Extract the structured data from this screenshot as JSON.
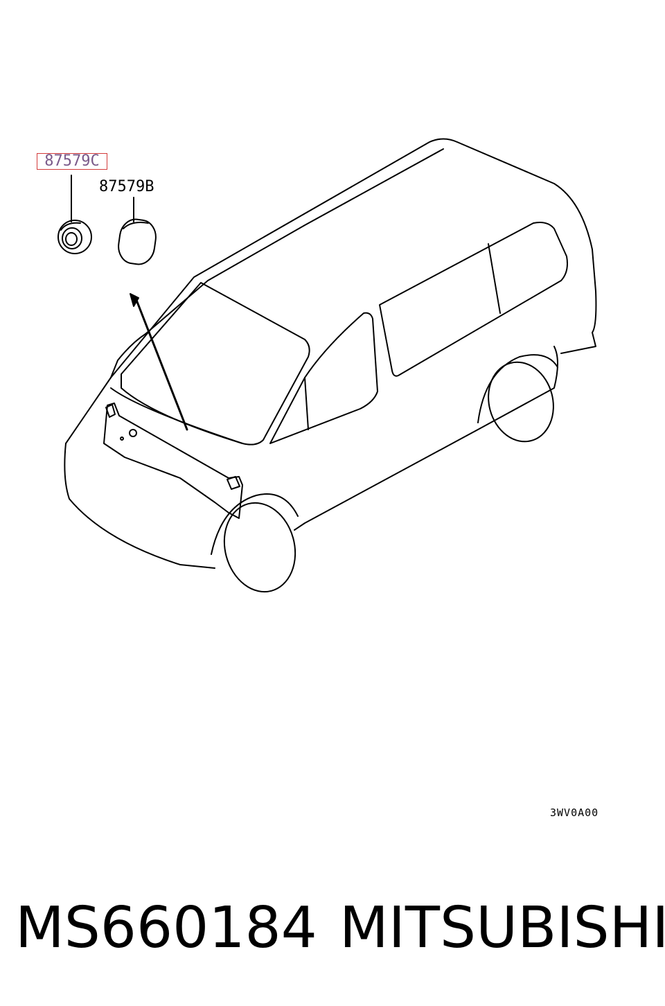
{
  "diagram": {
    "callouts": {
      "grommet_c": "87579C",
      "grommet_b": "87579B"
    },
    "drawing_code": "3WV0A00"
  },
  "footer": {
    "part_number": "MS660184",
    "brand": "MITSUBISHI"
  },
  "colors": {
    "highlight_border": "#d23a3a",
    "highlight_text": "#7a5a8a",
    "line": "#000000"
  }
}
